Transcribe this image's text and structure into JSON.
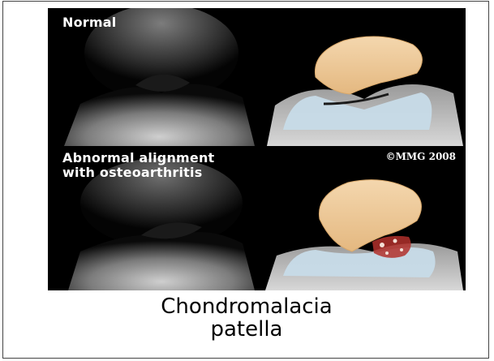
{
  "figure": {
    "label_normal": "Normal",
    "label_abnormal_line1": "Abnormal alignment",
    "label_abnormal_line2": "with osteoarthritis",
    "copyright": "©MMG 2008",
    "caption_line1": "Chondromalacia",
    "caption_line2": "patella"
  },
  "colors": {
    "panel_bg": "#000000",
    "patella": "#efc998",
    "cartilage": "#c7dbe8",
    "damage": "#b2302b"
  }
}
